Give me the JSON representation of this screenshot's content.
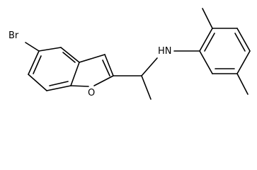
{
  "molecule": {
    "atoms": {
      "bromine": "Br",
      "oxygen": "O",
      "amine": "HN"
    },
    "colors": {
      "bond": "#000000",
      "label": "#000000",
      "background": "#ffffff"
    }
  }
}
